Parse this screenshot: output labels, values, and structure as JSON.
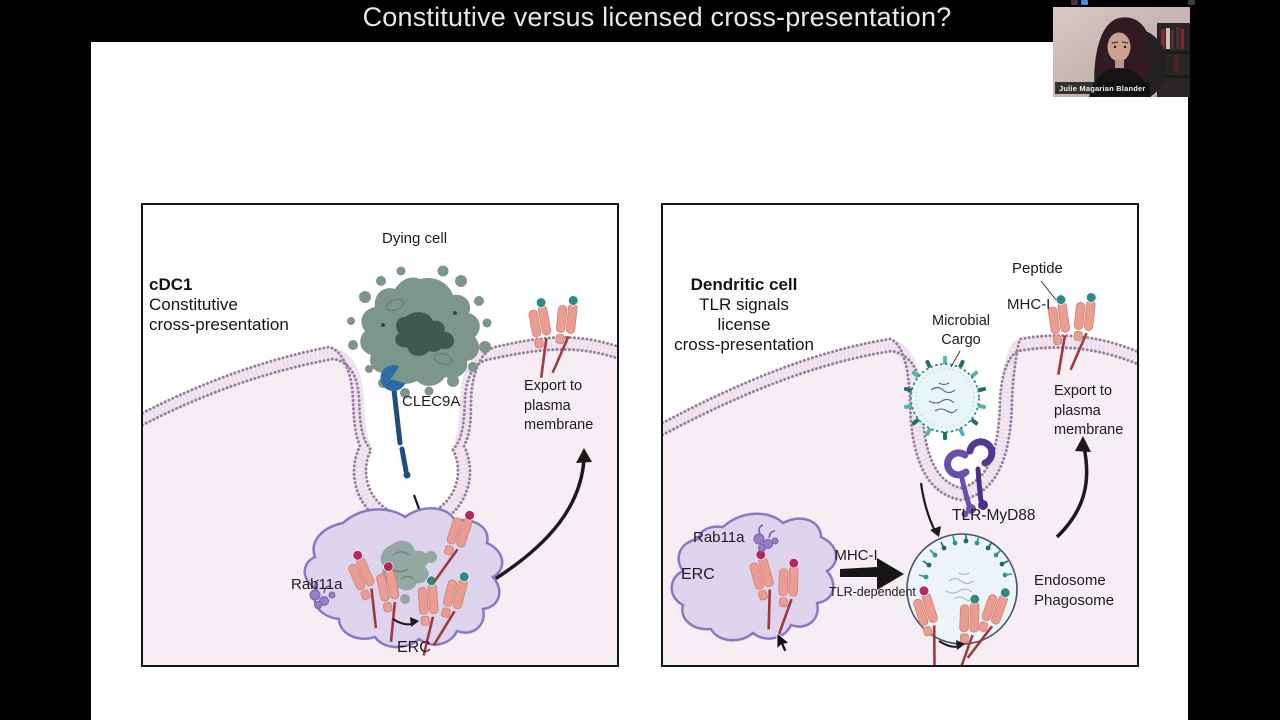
{
  "title": "Constitutive versus licensed cross-presentation?",
  "webcam": {
    "name": "Julie Magarian Blander"
  },
  "left_panel": {
    "heading1": "cDC1",
    "heading2": "Constitutive",
    "heading3": "cross-presentation",
    "dying_cell": "Dying cell",
    "clec9a": "CLEC9A",
    "export1": "Export to",
    "export2": "plasma",
    "export3": "membrane",
    "rab11a": "Rab11a",
    "erc": "ERC"
  },
  "right_panel": {
    "heading1": "Dendritic cell",
    "heading2": "TLR signals license",
    "heading3": "cross-presentation",
    "peptide": "Peptide",
    "mhci": "MHC-I",
    "cargo1": "Microbial",
    "cargo2": "Cargo",
    "export1": "Export to",
    "export2": "plasma",
    "export3": "membrane",
    "tlr": "TLR-MyD88",
    "arrow_label": "MHC-I",
    "arrow_sub": "TLR-dependent",
    "rab11a": "Rab11a",
    "erc": "ERC",
    "endo1": "Endosome",
    "endo2": "Phagosome"
  },
  "colors": {
    "membrane_bead": "#9c7fa0",
    "cytoplasm": "#f7edf5",
    "erc_fill": "#ded4ee",
    "erc_stroke": "#8879c6",
    "dying_cell": "#7d968c",
    "nucleus": "#3d584e",
    "clec9a_blue": "#2d6ca3",
    "mhc_salmon": "#ec9d92",
    "mhc_stalk": "#a13a3e",
    "peptide_teal": "#2a8c85",
    "peptide_crimson": "#b12a62",
    "tlr_purple": "#6b4fad",
    "microbe_teal": "#57b3ad",
    "endosome_fill": "#edf5fa"
  }
}
